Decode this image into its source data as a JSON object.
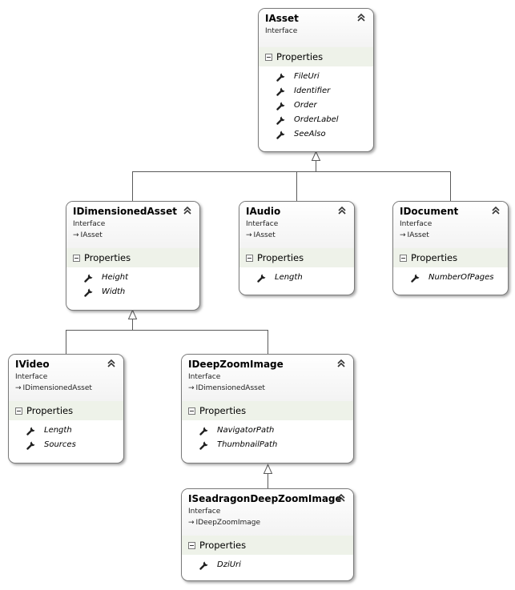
{
  "stereotype": "Interface",
  "section_label": "Properties",
  "classes": {
    "iasset": {
      "title": "IAsset",
      "inherits": "",
      "properties": [
        "FileUri",
        "Identifier",
        "Order",
        "OrderLabel",
        "SeeAlso"
      ]
    },
    "idimensionedasset": {
      "title": "IDimensionedAsset",
      "inherits": "IAsset",
      "properties": [
        "Height",
        "Width"
      ]
    },
    "iaudio": {
      "title": "IAudio",
      "inherits": "IAsset",
      "properties": [
        "Length"
      ]
    },
    "idocument": {
      "title": "IDocument",
      "inherits": "IAsset",
      "properties": [
        "NumberOfPages"
      ]
    },
    "ivideo": {
      "title": "IVideo",
      "inherits": "IDimensionedAsset",
      "properties": [
        "Length",
        "Sources"
      ]
    },
    "ideepzoomimage": {
      "title": "IDeepZoomImage",
      "inherits": "IDimensionedAsset",
      "properties": [
        "NavigatorPath",
        "ThumbnailPath"
      ]
    },
    "iseadragondeepzoomimage": {
      "title": "ISeadragonDeepZoomImage",
      "inherits": "IDeepZoomImage",
      "properties": [
        "DziUri"
      ]
    }
  }
}
